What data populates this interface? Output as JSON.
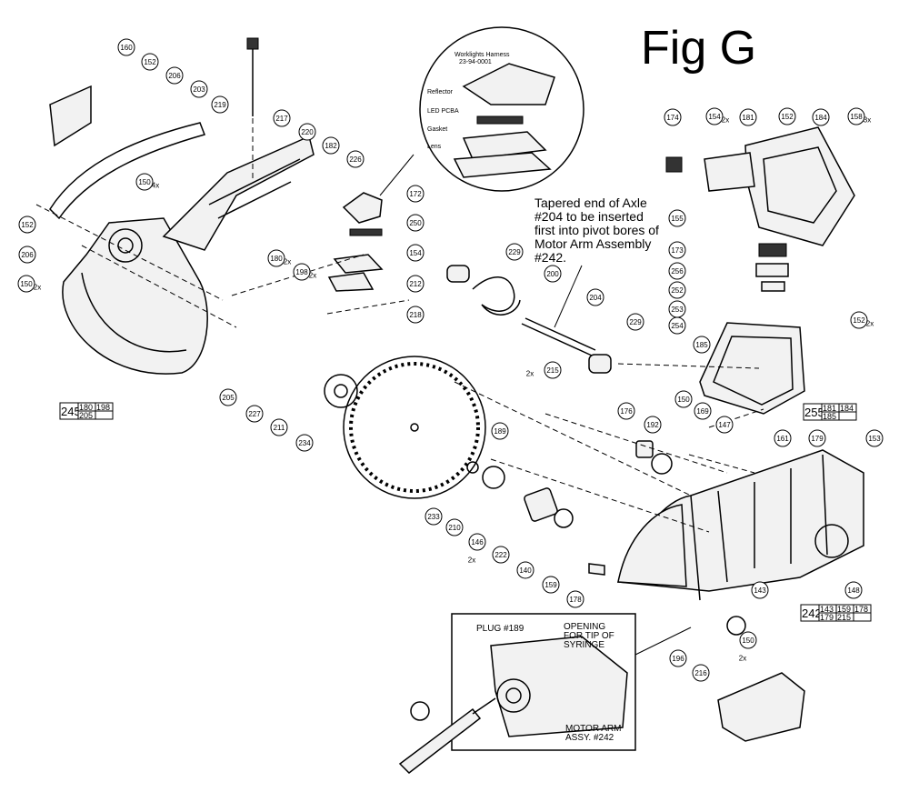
{
  "figure": {
    "title": "Fig G",
    "axle_note": [
      "Tapered end of Axle",
      "#204 to be inserted",
      "first into pivot bores of",
      "Motor Arm Assembly",
      "#242."
    ]
  },
  "worklight_inset": {
    "labels": [
      "Worklights Harness",
      "23-94-0001",
      "Reflector",
      "LED PCBA",
      "Gasket",
      "Lens"
    ]
  },
  "plug_inset": {
    "labels": {
      "plug": "PLUG #189",
      "opening": [
        "OPENING",
        "FOR TIP OF",
        "SYRINGE"
      ],
      "motor_arm": [
        "MOTOR ARM",
        "ASSY. #242"
      ]
    }
  },
  "callouts": [
    {
      "id": "160",
      "mult": ""
    },
    {
      "id": "152",
      "mult": ""
    },
    {
      "id": "206",
      "mult": ""
    },
    {
      "id": "203",
      "mult": ""
    },
    {
      "id": "219",
      "mult": ""
    },
    {
      "id": "217",
      "mult": ""
    },
    {
      "id": "220",
      "mult": ""
    },
    {
      "id": "182",
      "mult": ""
    },
    {
      "id": "150",
      "mult": "4x"
    },
    {
      "id": "152",
      "mult": ""
    },
    {
      "id": "206",
      "mult": ""
    },
    {
      "id": "150",
      "mult": "2x"
    },
    {
      "id": "180",
      "mult": "2x"
    },
    {
      "id": "198",
      "mult": "2x"
    },
    {
      "id": "205",
      "mult": ""
    },
    {
      "id": "226",
      "mult": ""
    },
    {
      "id": "172",
      "mult": ""
    },
    {
      "id": "250",
      "mult": ""
    },
    {
      "id": "154",
      "mult": ""
    },
    {
      "id": "212",
      "mult": ""
    },
    {
      "id": "218",
      "mult": ""
    },
    {
      "id": "229",
      "mult": ""
    },
    {
      "id": "200",
      "mult": ""
    },
    {
      "id": "204",
      "mult": ""
    },
    {
      "id": "229",
      "mult": ""
    },
    {
      "id": "227",
      "mult": ""
    },
    {
      "id": "211",
      "mult": ""
    },
    {
      "id": "234",
      "mult": ""
    },
    {
      "id": "215",
      "mult": "2x"
    },
    {
      "id": "189",
      "mult": ""
    },
    {
      "id": "233",
      "mult": ""
    },
    {
      "id": "210",
      "mult": ""
    },
    {
      "id": "146",
      "mult": "2x"
    },
    {
      "id": "222",
      "mult": ""
    },
    {
      "id": "140",
      "mult": ""
    },
    {
      "id": "159",
      "mult": ""
    },
    {
      "id": "178",
      "mult": ""
    },
    {
      "id": "176",
      "mult": ""
    },
    {
      "id": "192",
      "mult": ""
    },
    {
      "id": "150",
      "mult": ""
    },
    {
      "id": "169",
      "mult": ""
    },
    {
      "id": "147",
      "mult": ""
    },
    {
      "id": "174",
      "mult": ""
    },
    {
      "id": "154",
      "mult": "2x"
    },
    {
      "id": "181",
      "mult": ""
    },
    {
      "id": "152",
      "mult": ""
    },
    {
      "id": "184",
      "mult": ""
    },
    {
      "id": "158",
      "mult": "3x"
    },
    {
      "id": "155",
      "mult": ""
    },
    {
      "id": "173",
      "mult": ""
    },
    {
      "id": "256",
      "mult": ""
    },
    {
      "id": "252",
      "mult": ""
    },
    {
      "id": "253",
      "mult": ""
    },
    {
      "id": "254",
      "mult": ""
    },
    {
      "id": "152",
      "mult": "2x"
    },
    {
      "id": "185",
      "mult": ""
    },
    {
      "id": "161",
      "mult": ""
    },
    {
      "id": "179",
      "mult": ""
    },
    {
      "id": "153",
      "mult": ""
    },
    {
      "id": "143",
      "mult": ""
    },
    {
      "id": "148",
      "mult": ""
    },
    {
      "id": "196",
      "mult": ""
    },
    {
      "id": "150",
      "mult": "2x"
    },
    {
      "id": "216",
      "mult": ""
    }
  ],
  "kits": [
    {
      "id": "245",
      "parts": [
        "180",
        "198",
        "205",
        ""
      ]
    },
    {
      "id": "255",
      "parts": [
        "181",
        "184",
        "185",
        ""
      ]
    },
    {
      "id": "242",
      "parts": [
        "143",
        "159",
        "178",
        "179",
        "215",
        ""
      ]
    }
  ]
}
